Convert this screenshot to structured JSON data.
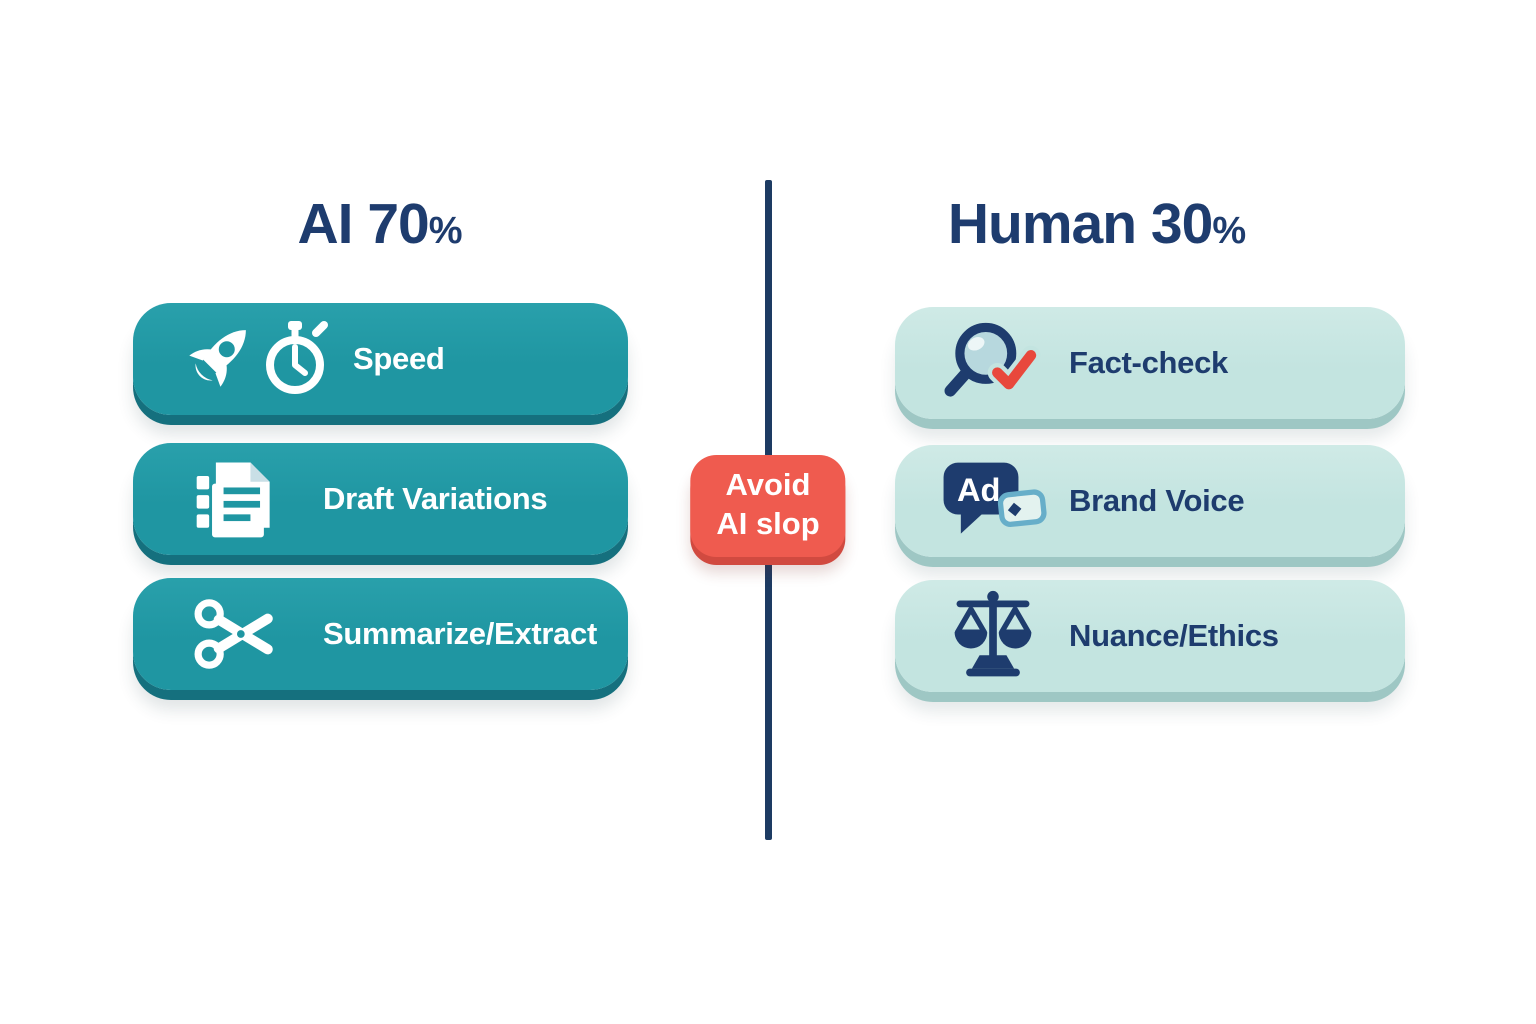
{
  "theme": {
    "teal": "#1f96a2",
    "teal_dark": "#15707e",
    "mint": "#c3e4e0",
    "mint_dark": "#9ec7c4",
    "navy": "#1e3c6e",
    "divider": "#1d3b63",
    "red": "#ef5b4f",
    "red_dark": "#d14a40",
    "check_red": "#e8483c",
    "background": "#ffffff"
  },
  "left": {
    "title": "AI 70",
    "title_percent": "%",
    "items": [
      {
        "label": "Speed",
        "icons": [
          "rocket-icon",
          "stopwatch-icon"
        ]
      },
      {
        "label": "Draft Variations",
        "icons": [
          "documents-icon"
        ]
      },
      {
        "label": "Summarize/Extract",
        "icons": [
          "scissors-icon"
        ]
      }
    ]
  },
  "right": {
    "title": "Human 30",
    "title_percent": "%",
    "items": [
      {
        "label": "Fact-check",
        "icons": [
          "magnifier-check-icon"
        ]
      },
      {
        "label": "Brand Voice",
        "icons": [
          "ad-speech-bubble-icon"
        ],
        "icon_text": "Ad"
      },
      {
        "label": "Nuance/Ethics",
        "icons": [
          "scales-icon"
        ]
      }
    ]
  },
  "center": {
    "badge_line1": "Avoid",
    "badge_line2": "AI slop"
  }
}
